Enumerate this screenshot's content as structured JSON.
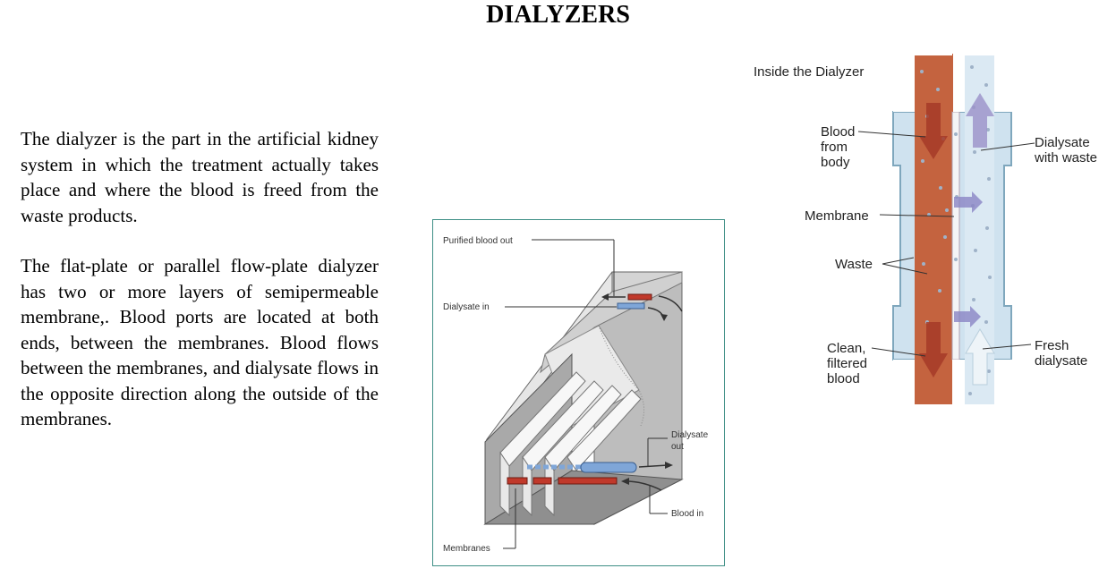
{
  "title": "DIALYZERS",
  "paragraphs": [
    "The dialyzer is the part in the artificial kidney system in which the treatment actually takes place and where the blood is freed from the waste products.",
    "The flat-plate or parallel flow-plate dialyzer has two or more layers of semipermeable membrane,. Blood ports are located at both ends, between the membranes. Blood flows between the membranes, and dialysate flows in the opposite direction along the outside of the membranes."
  ],
  "figure_flat_plate": {
    "labels": {
      "purified_blood_out": "Purified blood out",
      "dialysate_in": "Dialysate in",
      "dialysate_out_line1": "Dialysate",
      "dialysate_out_line2": "out",
      "blood_in": "Blood in",
      "membranes": "Membranes"
    },
    "colors": {
      "blood": "#c0392b",
      "dialysate": "#7fa6d8",
      "frame": "#3f8f86"
    }
  },
  "figure_inside": {
    "title": "Inside the Dialyzer",
    "labels": {
      "blood_from_body": [
        "Blood",
        "from",
        "body"
      ],
      "dialysate_with_waste": [
        "Dialysate",
        "with waste"
      ],
      "membrane": "Membrane",
      "waste": "Waste",
      "clean_filtered_blood": [
        "Clean,",
        "filtered",
        "blood"
      ],
      "fresh_dialysate": [
        "Fresh",
        "dialysate"
      ]
    },
    "colors": {
      "blood": "#c4633f",
      "dialysate": "#cfe2ef",
      "housing": "#9ec3d6"
    }
  }
}
